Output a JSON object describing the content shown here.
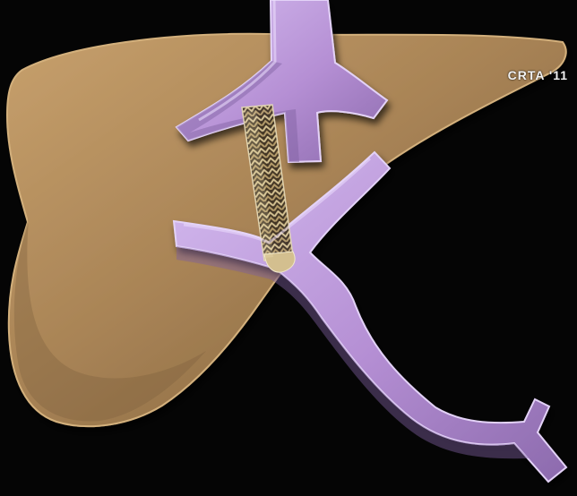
{
  "watermark": "CRTA '11",
  "colors": {
    "background": "#050505",
    "liver": "#a98456",
    "liver_highlight": "#c8a06d",
    "liver_shadow": "#6e5435",
    "vein": "#b58fd4",
    "vein_highlight": "#dcc5ef",
    "vein_shadow": "#7f5f9f",
    "stent": "#c9b382",
    "stent_shadow": "#5d4b2b"
  },
  "elements": {
    "organ": "liver",
    "upper_vessel": "hepatic-vein",
    "lower_vessel": "portal-vein",
    "device": "tips-stent"
  }
}
